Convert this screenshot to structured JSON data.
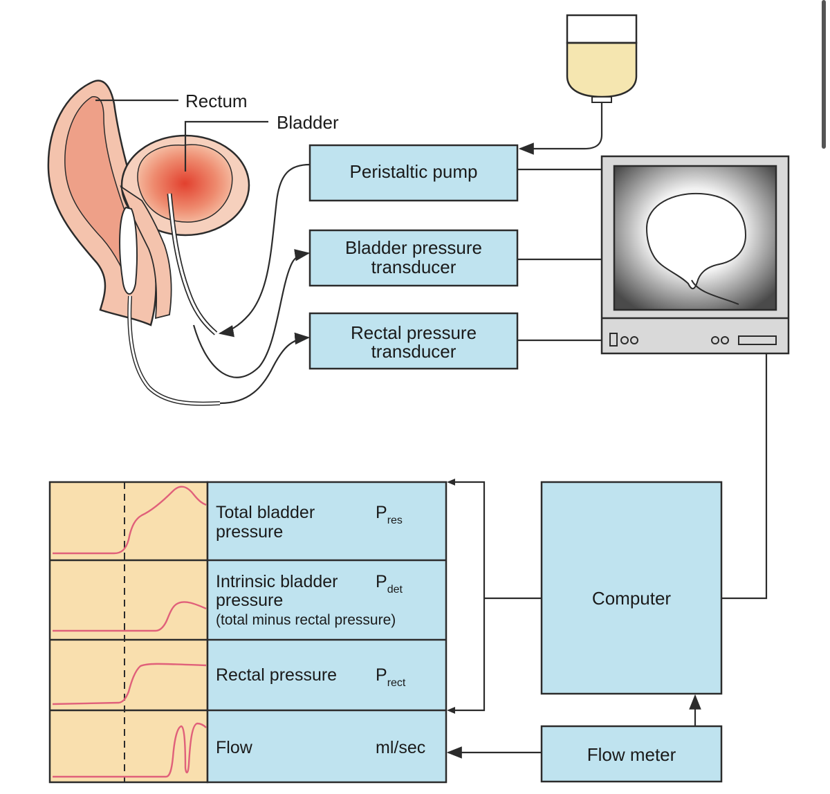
{
  "anatomy": {
    "rectum_label": "Rectum",
    "bladder_label": "Bladder"
  },
  "devices": {
    "pump": "Peristaltic pump",
    "bladder_transducer": [
      "Bladder pressure",
      "transducer"
    ],
    "rectal_transducer": [
      "Rectal pressure",
      "transducer"
    ],
    "computer": "Computer",
    "flow_meter": "Flow meter"
  },
  "recorder": {
    "rows": [
      {
        "lines": [
          "Total bladder",
          "pressure"
        ],
        "symbol": "P",
        "subscript": "res"
      },
      {
        "lines": [
          "Intrinsic bladder",
          "pressure",
          "(total minus rectal pressure)"
        ],
        "symbol": "P",
        "subscript": "det"
      },
      {
        "lines": [
          "Rectal pressure"
        ],
        "symbol": "P",
        "subscript": "rect"
      },
      {
        "lines": [
          "Flow"
        ],
        "symbol": "ml/sec",
        "subscript": ""
      }
    ]
  },
  "colors": {
    "box_fill": "#bfe3ef",
    "trace_background": "#f9dfae",
    "trace_line": "#e0607a",
    "tissue": "#f2b49a",
    "fluid": "#f5e6b0"
  }
}
